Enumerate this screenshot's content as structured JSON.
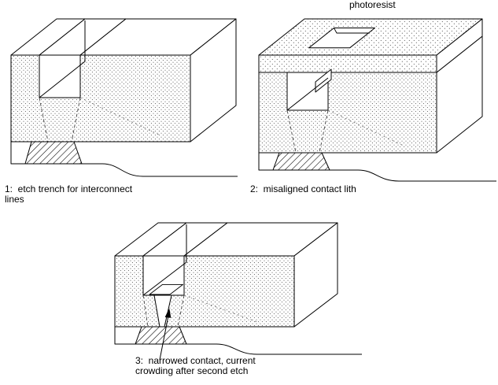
{
  "figure": {
    "background_color": "#ffffff",
    "ink_color": "#000000",
    "photoresist_label": "photoresist",
    "captions": {
      "step1_lines": [
        "1:  etch trench for interconnect",
        "lines"
      ],
      "step2_lines": [
        "2:  misaligned contact lith"
      ],
      "step3_lines": [
        "3:  narrowed contact, current",
        "crowding after second etch"
      ]
    }
  }
}
